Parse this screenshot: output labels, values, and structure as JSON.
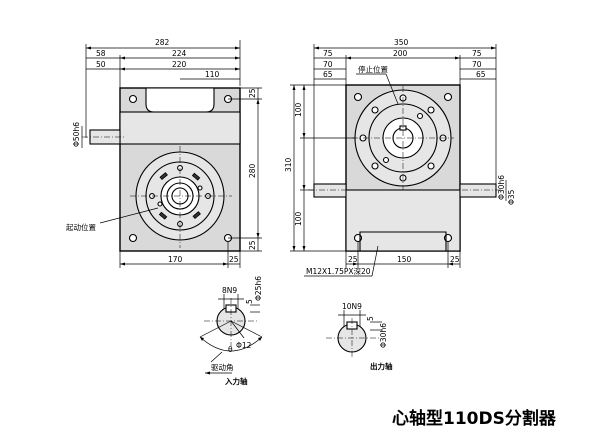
{
  "title": "心轴型110DS分割器",
  "front_view": {
    "dims_top": [
      "282",
      "224",
      "220",
      "110",
      "58",
      "50"
    ],
    "dims_right": [
      "25",
      "280",
      "25"
    ],
    "dims_bottom": [
      "170",
      "25"
    ],
    "dim_shaft": "Φ50h6",
    "label_start": "起动位置"
  },
  "side_view": {
    "dims_top": [
      "350",
      "200",
      "75",
      "75",
      "70",
      "70",
      "65",
      "65"
    ],
    "dims_left": [
      "100",
      "310",
      "100"
    ],
    "dims_bottom": [
      "25",
      "150",
      "25"
    ],
    "dim_shaft": "Φ30h6",
    "dim_shaft2": "Φ35",
    "label_stop": "停止位置",
    "thread_note": "M12X1.75PX深20"
  },
  "input_shaft": {
    "key_dim": "8N9",
    "dim_a": "5",
    "dim_dia": "Φ12",
    "dim_shaft": "Φ25h6",
    "theta": "θ",
    "label_drive_angle": "驱动角",
    "label": "入力轴"
  },
  "output_shaft": {
    "key_dim": "10N9",
    "dim_a": "5",
    "dim_shaft": "Φ30h6",
    "label": "出力轴"
  }
}
